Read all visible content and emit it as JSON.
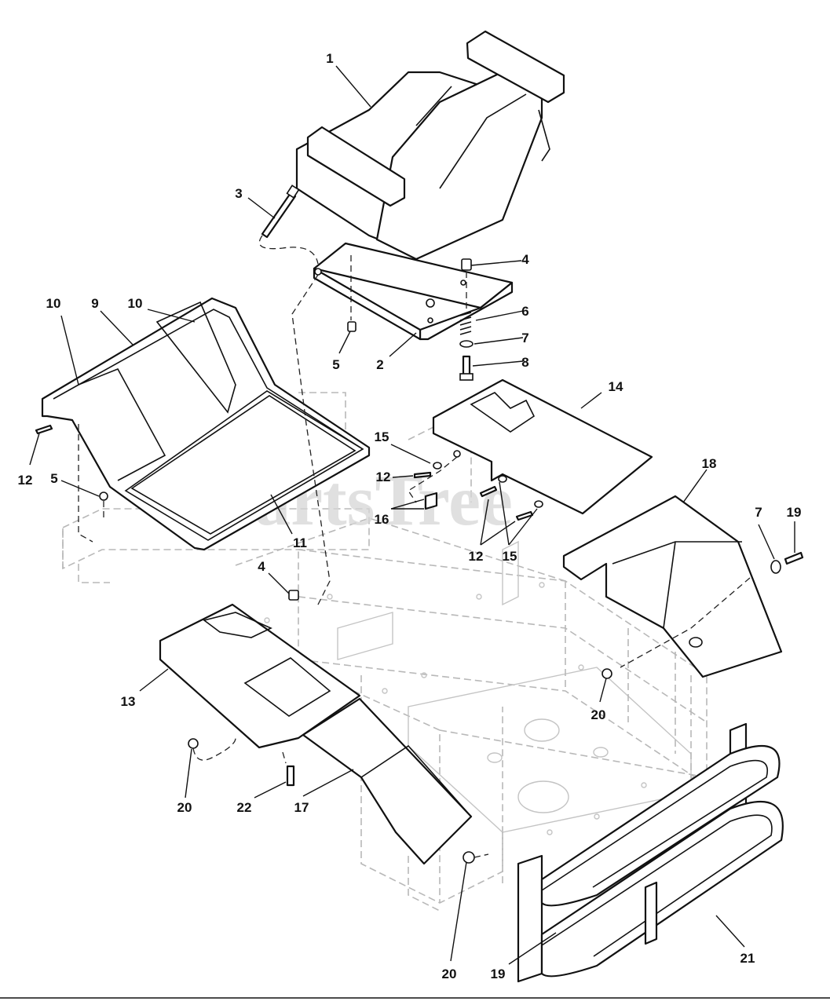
{
  "watermark": {
    "text": "PartsTree",
    "trademark": "™"
  },
  "callouts": [
    {
      "id": "c1",
      "label": "1"
    },
    {
      "id": "c2",
      "label": "2"
    },
    {
      "id": "c3",
      "label": "3"
    },
    {
      "id": "c4a",
      "label": "4"
    },
    {
      "id": "c4b",
      "label": "4"
    },
    {
      "id": "c5a",
      "label": "5"
    },
    {
      "id": "c5b",
      "label": "5"
    },
    {
      "id": "c6",
      "label": "6"
    },
    {
      "id": "c7a",
      "label": "7"
    },
    {
      "id": "c7b",
      "label": "7"
    },
    {
      "id": "c8",
      "label": "8"
    },
    {
      "id": "c9",
      "label": "9"
    },
    {
      "id": "c10a",
      "label": "10"
    },
    {
      "id": "c10b",
      "label": "10"
    },
    {
      "id": "c11",
      "label": "11"
    },
    {
      "id": "c12a",
      "label": "12"
    },
    {
      "id": "c12b",
      "label": "12"
    },
    {
      "id": "c12c",
      "label": "12"
    },
    {
      "id": "c13",
      "label": "13"
    },
    {
      "id": "c14",
      "label": "14"
    },
    {
      "id": "c15a",
      "label": "15"
    },
    {
      "id": "c15b",
      "label": "15"
    },
    {
      "id": "c16",
      "label": "16"
    },
    {
      "id": "c17",
      "label": "17"
    },
    {
      "id": "c18",
      "label": "18"
    },
    {
      "id": "c19a",
      "label": "19"
    },
    {
      "id": "c19b",
      "label": "19"
    },
    {
      "id": "c20a",
      "label": "20"
    },
    {
      "id": "c20b",
      "label": "20"
    },
    {
      "id": "c20c",
      "label": "20"
    },
    {
      "id": "c21",
      "label": "21"
    },
    {
      "id": "c22",
      "label": "22"
    }
  ]
}
